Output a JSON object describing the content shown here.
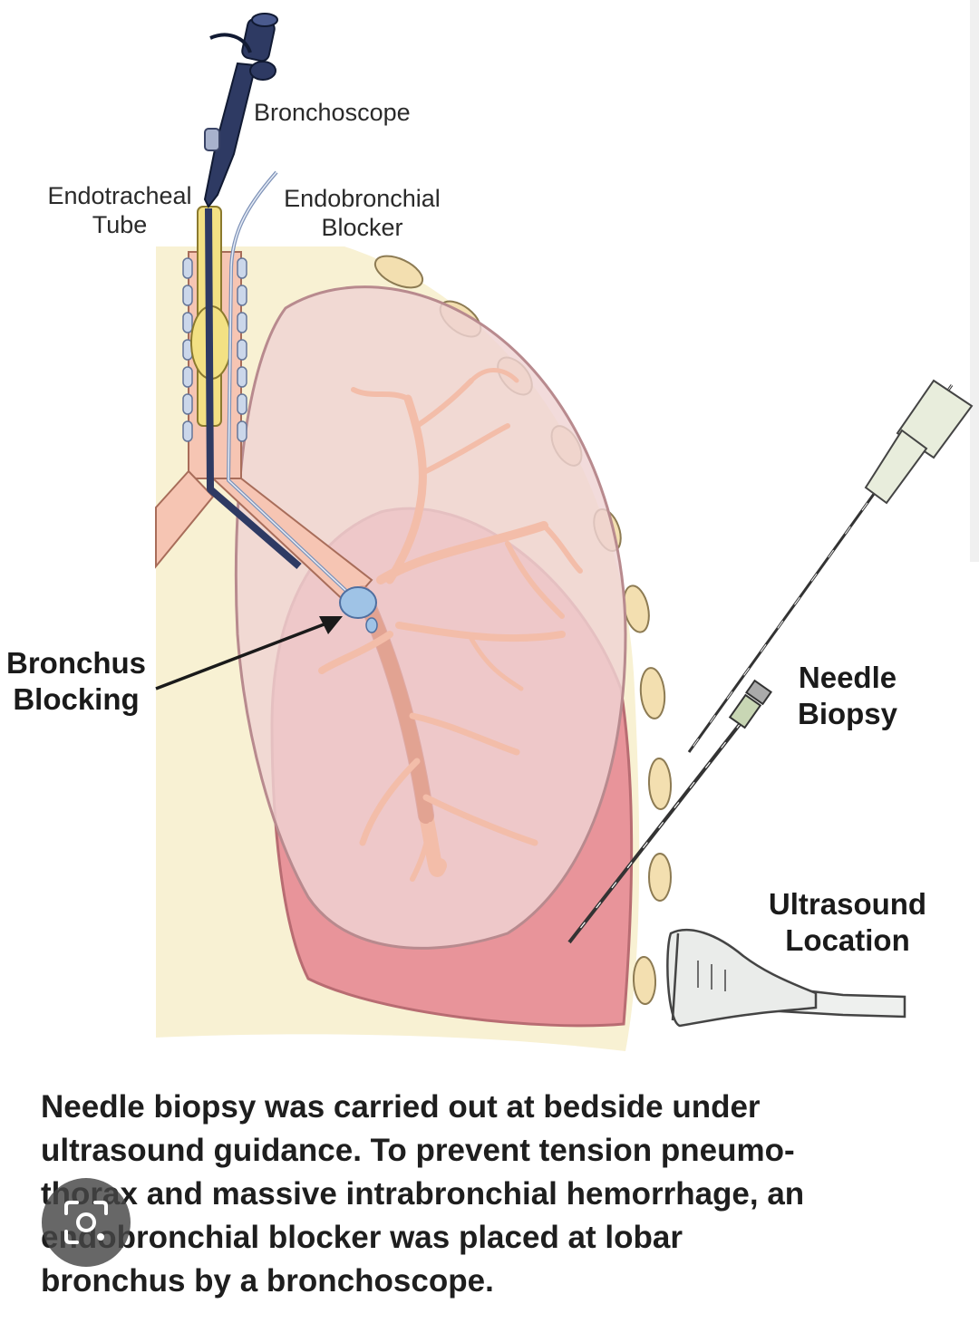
{
  "labels": {
    "bronchoscope": "Bronchoscope",
    "endotracheal_tube_line1": "Endotracheal",
    "endotracheal_tube_line2": "Tube",
    "endobronchial_blocker_line1": "Endobronchial",
    "endobronchial_blocker_line2": "Blocker",
    "bronchus_blocking_line1": "Bronchus",
    "bronchus_blocking_line2": "Blocking",
    "needle_biopsy_line1": "Needle",
    "needle_biopsy_line2": "Biopsy",
    "ultrasound_location_line1": "Ultrasound",
    "ultrasound_location_line2": "Location"
  },
  "caption": {
    "line1": "Needle biopsy was carried out at bedside under",
    "line2": "ultrasound guidance. To prevent tension pneumo-",
    "line3": "thorax and massive intrabronchial hemorrhage, an",
    "line4": "endobronchial blocker was placed at lobar",
    "line5": "bronchus by a bronchoscope."
  },
  "icons": {
    "lens": "camera-lens-icon"
  },
  "colors": {
    "chest_wall": "#f8f1d3",
    "lung_upper": "#efd3d3",
    "lung_lower": "#e8949a",
    "airway": "#f6c5b3",
    "tube": "#f3e184",
    "bronchoscope": "#2e3a63",
    "blocker_balloon": "#9fc3e6"
  }
}
